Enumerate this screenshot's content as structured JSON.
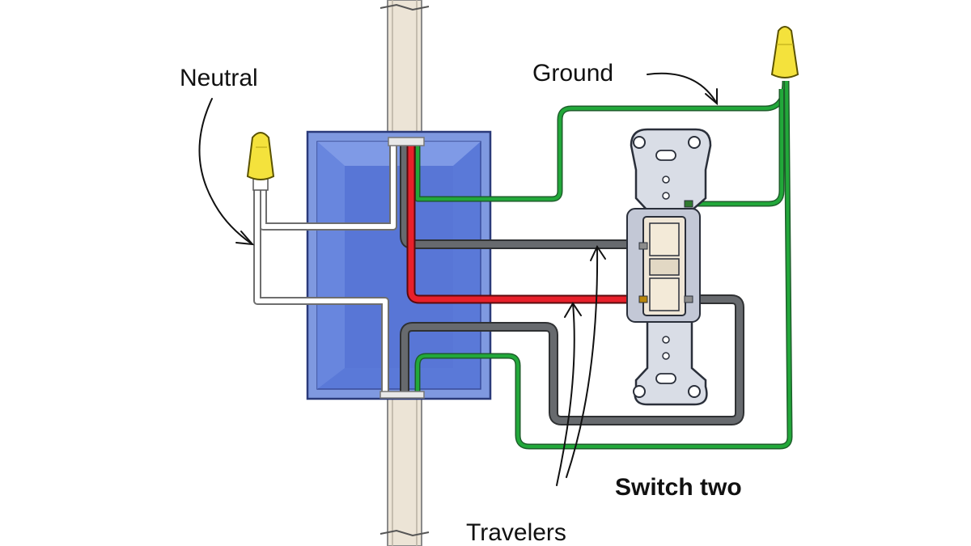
{
  "labels": {
    "neutral": "Neutral",
    "ground": "Ground",
    "travelers": "Travelers",
    "switch_two": "Switch two"
  },
  "colors": {
    "box_fill": "#7f99e0",
    "box_inner": "#4e6fd4",
    "stud": "#ece4d6",
    "neutral_wire": "#ffffff",
    "hot_wire": "#e8202a",
    "traveler_wire": "#606266",
    "ground_wire": "#22a83a",
    "wire_nut": "#f4e23c",
    "switch_plate": "#d9dde6"
  }
}
